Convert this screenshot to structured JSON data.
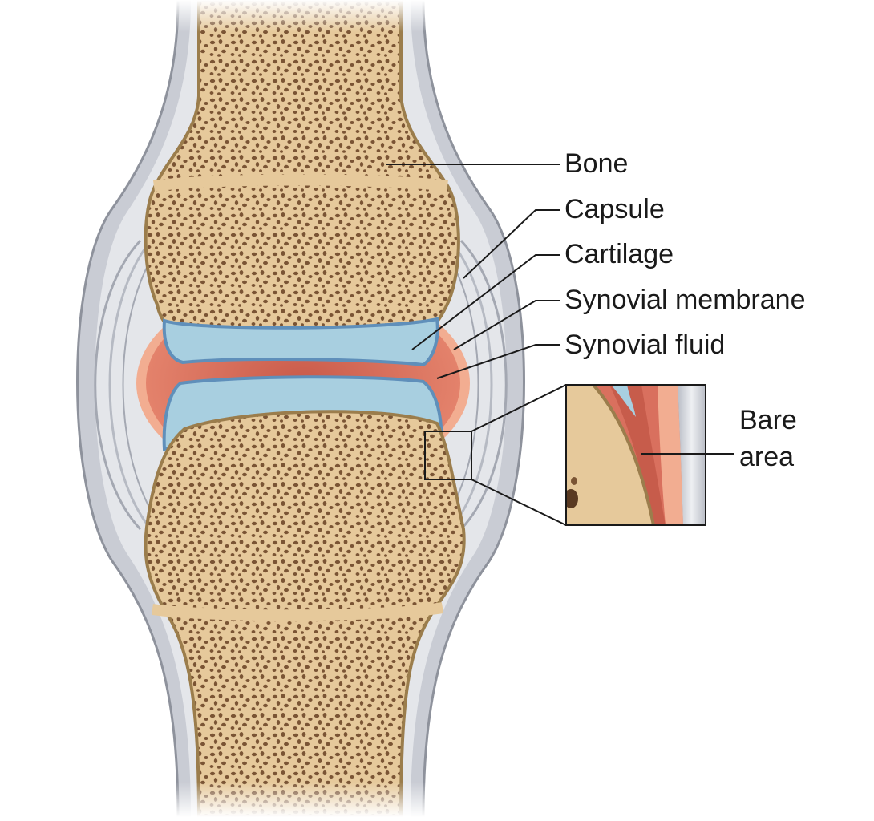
{
  "labels": {
    "bone": "Bone",
    "capsule": "Capsule",
    "cartilage": "Cartilage",
    "synovial_membrane": "Synovial membrane",
    "synovial_fluid": "Synovial fluid",
    "bare_area_line1": "Bare",
    "bare_area_line2": "area"
  },
  "colors": {
    "bone": "#e6c99b",
    "bone_outline": "#9b7d4c",
    "pores": "#7a5434",
    "cartilage": "#a8cfe0",
    "cartilage_edge": "#5f8fba",
    "synovial_fluid": "#d9705e",
    "synovial_membrane": "#f2ad91",
    "capsule": "#c9ccd4",
    "capsule_outline": "#8e929c"
  }
}
